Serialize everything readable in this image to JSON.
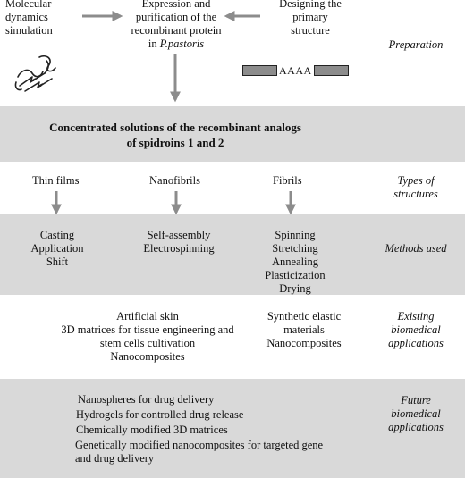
{
  "preparation": {
    "md_sim": "Molecular\ndynamics\nsimulation",
    "expression_pre": "Expression and\npurification of the\nrecombinant protein\nin ",
    "expression_host": "P.pastoris",
    "design": "Designing the\nprimary\nstructure",
    "sequence_text": "AAAA",
    "row_label": "Preparation"
  },
  "concentrated": "Concentrated solutions of the recombinant analogs\nof spidroins 1 and 2",
  "structures": {
    "items": [
      "Thin films",
      "Nanofibrils",
      "Fibrils"
    ],
    "row_label": "Types of\nstructures"
  },
  "methods": {
    "thin_films": "Casting\nApplication\nShift",
    "nanofibrils": "Self-assembly\nElectrospinning",
    "fibrils": "Spinning\nStretching\nAnnealing\nPlasticization\nDrying",
    "row_label": "Methods used"
  },
  "existing": {
    "left": "Artificial skin\n3D matrices for tissue engineering and\nstem cells cultivation\nNanocomposites",
    "right": "Synthetic elastic\nmaterials\nNanocomposites",
    "row_label": "Existing\nbiomedical\napplications"
  },
  "future": {
    "items": [
      "Nanospheres for drug delivery",
      "Hydrogels for controlled drug release",
      "Chemically modified 3D matrices",
      "Genetically modified nanocomposites for targeted gene\nand drug delivery"
    ],
    "row_label": "Future\nbiomedical\napplications"
  },
  "colors": {
    "band": "#d9d9d9",
    "arrow": "#8c8c8c",
    "sequence_segment": "#8c8c8c"
  },
  "icons": {
    "protein_structure": "protein-ribbon-icon"
  }
}
